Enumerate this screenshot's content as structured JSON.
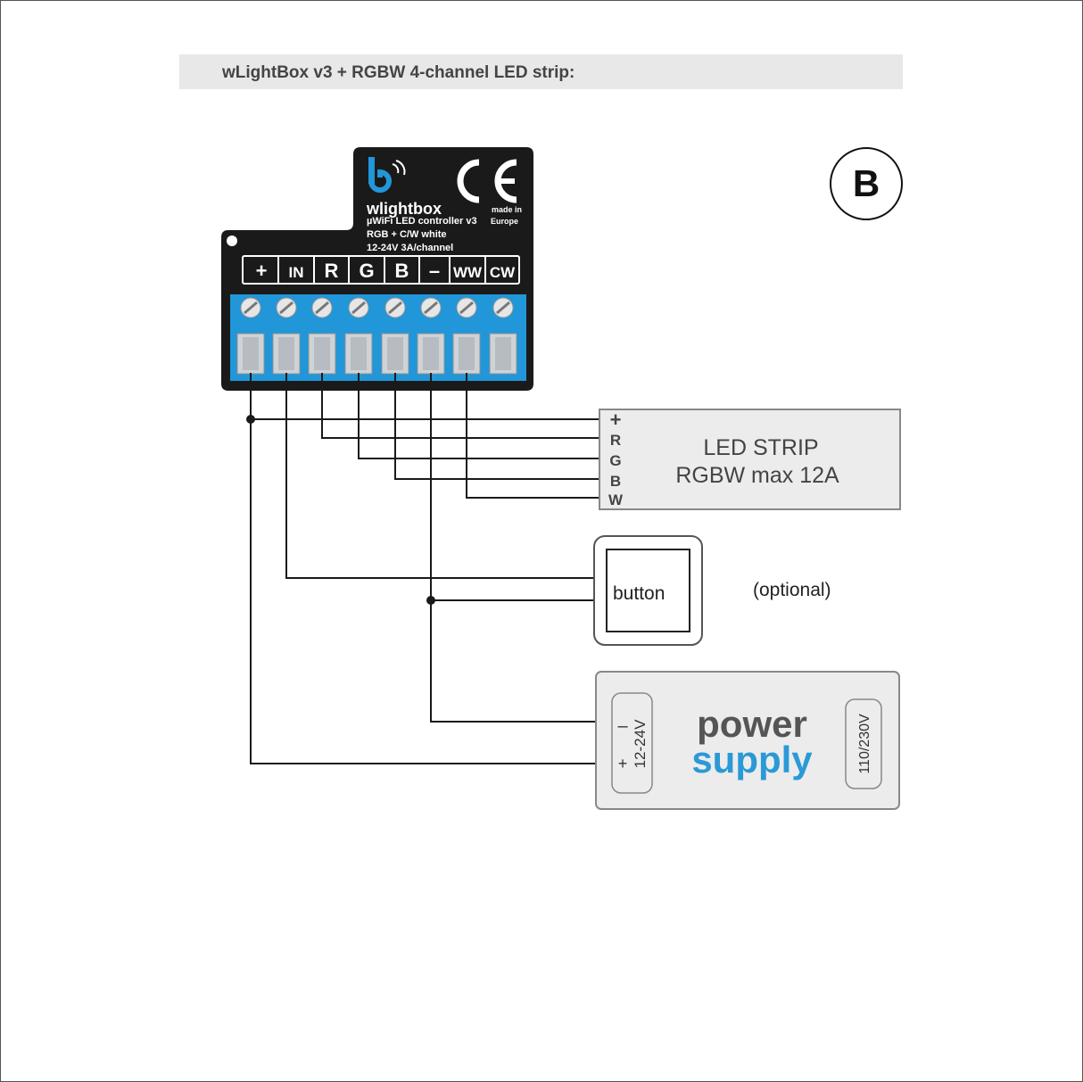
{
  "title": "wLightBox v3 + RGBW 4-channel LED strip:",
  "badge": "B",
  "device": {
    "brand": "wlightbox",
    "model": "µWiFi LED controller v3",
    "spec1": "RGB + C/W white",
    "spec2": "12-24V  3A/channel",
    "made_in_1": "made in",
    "made_in_2": "Europe",
    "ce_mark": "CE",
    "terminals": [
      "+",
      "IN",
      "R",
      "G",
      "B",
      "–",
      "WW",
      "CW"
    ]
  },
  "led_strip": {
    "line1": "LED STRIP",
    "line2": "RGBW max 12A",
    "pins": [
      "+",
      "R",
      "G",
      "B",
      "W"
    ]
  },
  "button": {
    "label": "button",
    "note": "(optional)"
  },
  "power_supply": {
    "word1": "power",
    "word2": "supply",
    "dc_minus": "–",
    "dc_plus": "+",
    "dc_voltage": "12-24V",
    "ac_voltage": "110/230V"
  },
  "colors": {
    "device_body": "#1a1a1a",
    "terminal_blue": "#2196d8",
    "supply_blue": "#2a9ad6",
    "supply_gray": "#555555",
    "panel_fill": "#ececec"
  }
}
